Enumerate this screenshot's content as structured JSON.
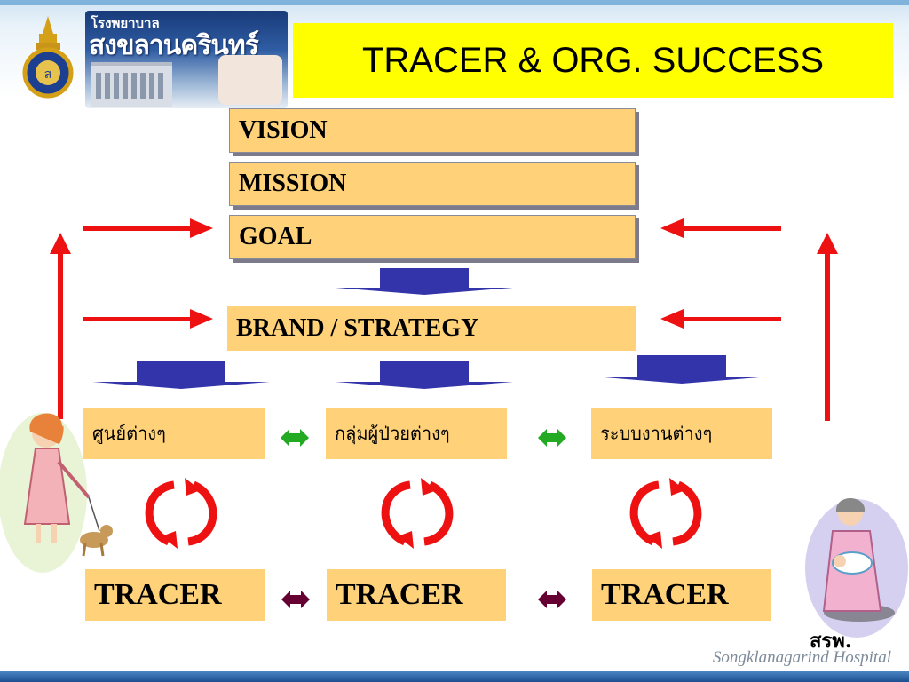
{
  "header": {
    "title": "TRACER & ORG. SUCCESS",
    "brand_small": "โรงพยาบาล",
    "brand_big": "สงขลานครินทร์"
  },
  "stack": {
    "vision": "VISION",
    "mission": "MISSION",
    "goal": "GOAL",
    "brand_strategy": "BRAND / STRATEGY"
  },
  "groups": {
    "centers": "ศูนย์ต่างๆ",
    "patient_groups": "กลุ่มผู้ป่วยต่างๆ",
    "work_systems": "ระบบงานต่างๆ"
  },
  "tracers": [
    "TRACER",
    "TRACER",
    "TRACER"
  ],
  "caption": "สรพ.",
  "footer": "Songklanagarind Hospital",
  "colors": {
    "title_bg": "#ffff00",
    "box_fill": "#ffd27a",
    "arrow_red": "#ee1111",
    "arrow_blue": "#3333aa",
    "arrow_green": "#22aa22",
    "arrow_maroon": "#660033"
  },
  "icons": [
    "hospital-seal-icon",
    "woman-with-cat-icon",
    "nurse-with-baby-icon",
    "cycle-arrows-icon"
  ]
}
